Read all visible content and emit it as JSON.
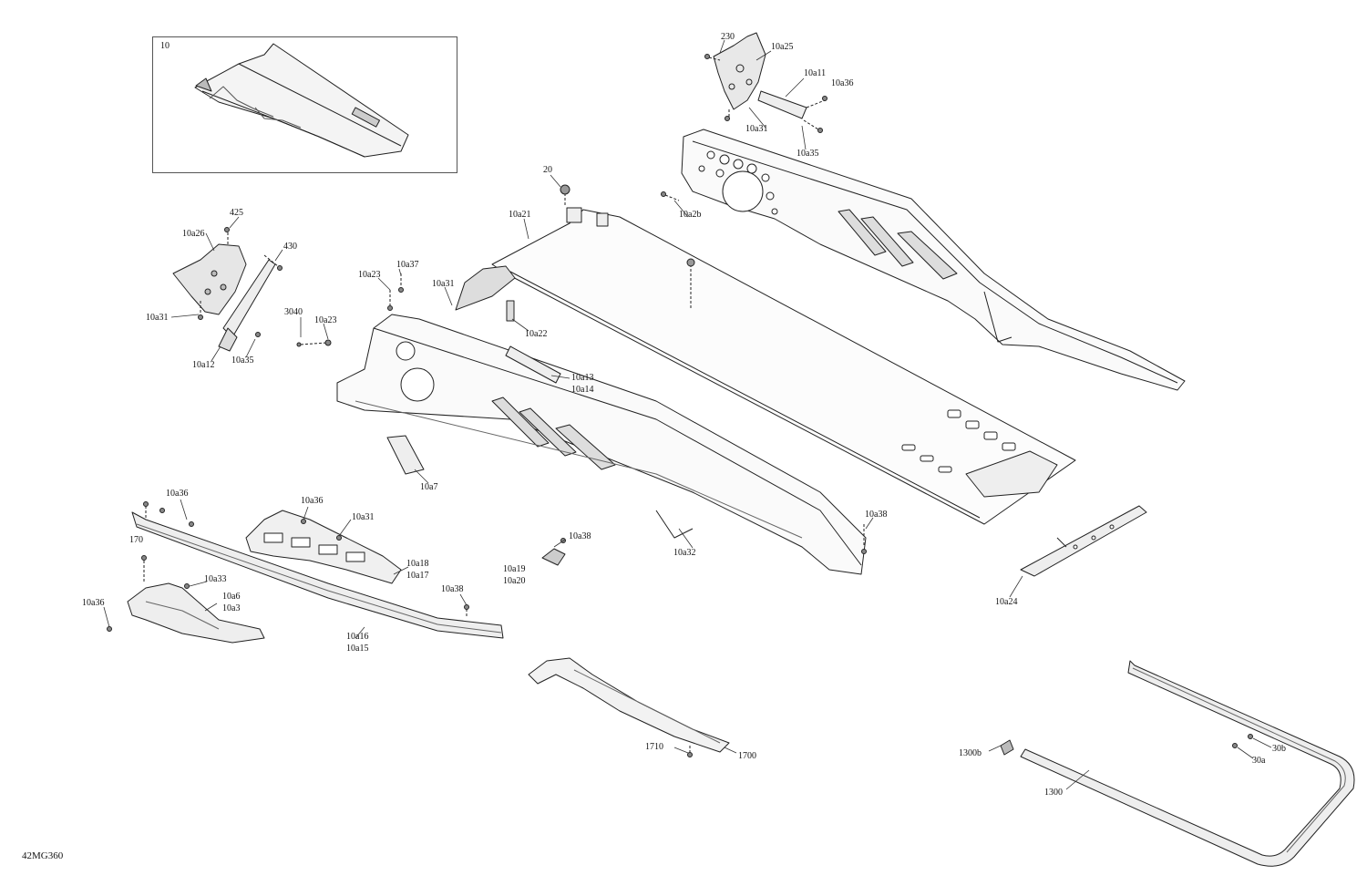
{
  "diagram_id": "42MG360",
  "inset": {
    "label": "10"
  },
  "callouts": {
    "c230": "230",
    "c10a25": "10a25",
    "c10a11": "10a11",
    "c10a36_top": "10a36",
    "c10a31_top": "10a31",
    "c10a35_top": "10a35",
    "c20": "20",
    "c10a21": "10a21",
    "c10a2b": "10a2b",
    "c425": "425",
    "c10a26": "10a26",
    "c430": "430",
    "c10a31_left": "10a31",
    "c10a12": "10a12",
    "c10a35_left": "10a35",
    "c10a37": "10a37",
    "c10a23_a": "10a23",
    "c10a31_mid": "10a31",
    "c3040": "3040",
    "c10a23_b": "10a23",
    "c10a22": "10a22",
    "c10a13": "10a13",
    "c10a14": "10a14",
    "c10a7": "10a7",
    "c10a36_low": "10a36",
    "c10a36_mid": "10a36",
    "c10a31_low": "10a31",
    "c170": "170",
    "c10a18": "10a18",
    "c10a17": "10a17",
    "c10a33": "10a33",
    "c10a6": "10a6",
    "c10a3": "10a3",
    "c10a36_far": "10a36",
    "c10a38_a": "10a38",
    "c10a16": "10a16",
    "c10a15": "10a15",
    "c10a38_b": "10a38",
    "c10a19": "10a19",
    "c10a20": "10a20",
    "c10a32": "10a32",
    "c10a38_c": "10a38",
    "c10a24": "10a24",
    "c1710": "1710",
    "c1700": "1700",
    "c1300b": "1300b",
    "c30b": "30b",
    "c30a": "30a",
    "c1300": "1300"
  }
}
